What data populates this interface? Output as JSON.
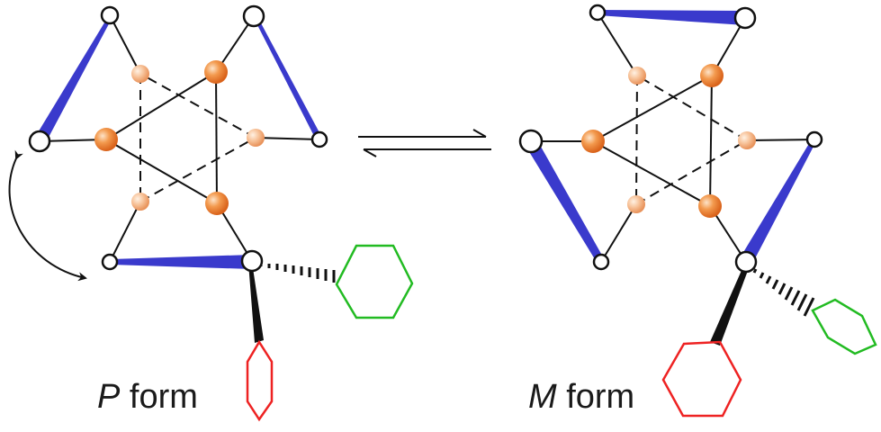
{
  "labels": {
    "p_form_italic": "P",
    "p_form_rest": " form",
    "m_form_italic": "M",
    "m_form_rest": " form"
  },
  "colors": {
    "blue_wedge": "#3a3acc",
    "orange_sphere": "#f08a3c",
    "orange_sphere_light": "#f5b98a",
    "green_ring": "#22bb22",
    "red_ring": "#ee2222",
    "bond": "#111111"
  },
  "icons": {
    "equilibrium": "equilibrium-arrows-icon",
    "interconversion": "curved-double-arrow-icon"
  }
}
